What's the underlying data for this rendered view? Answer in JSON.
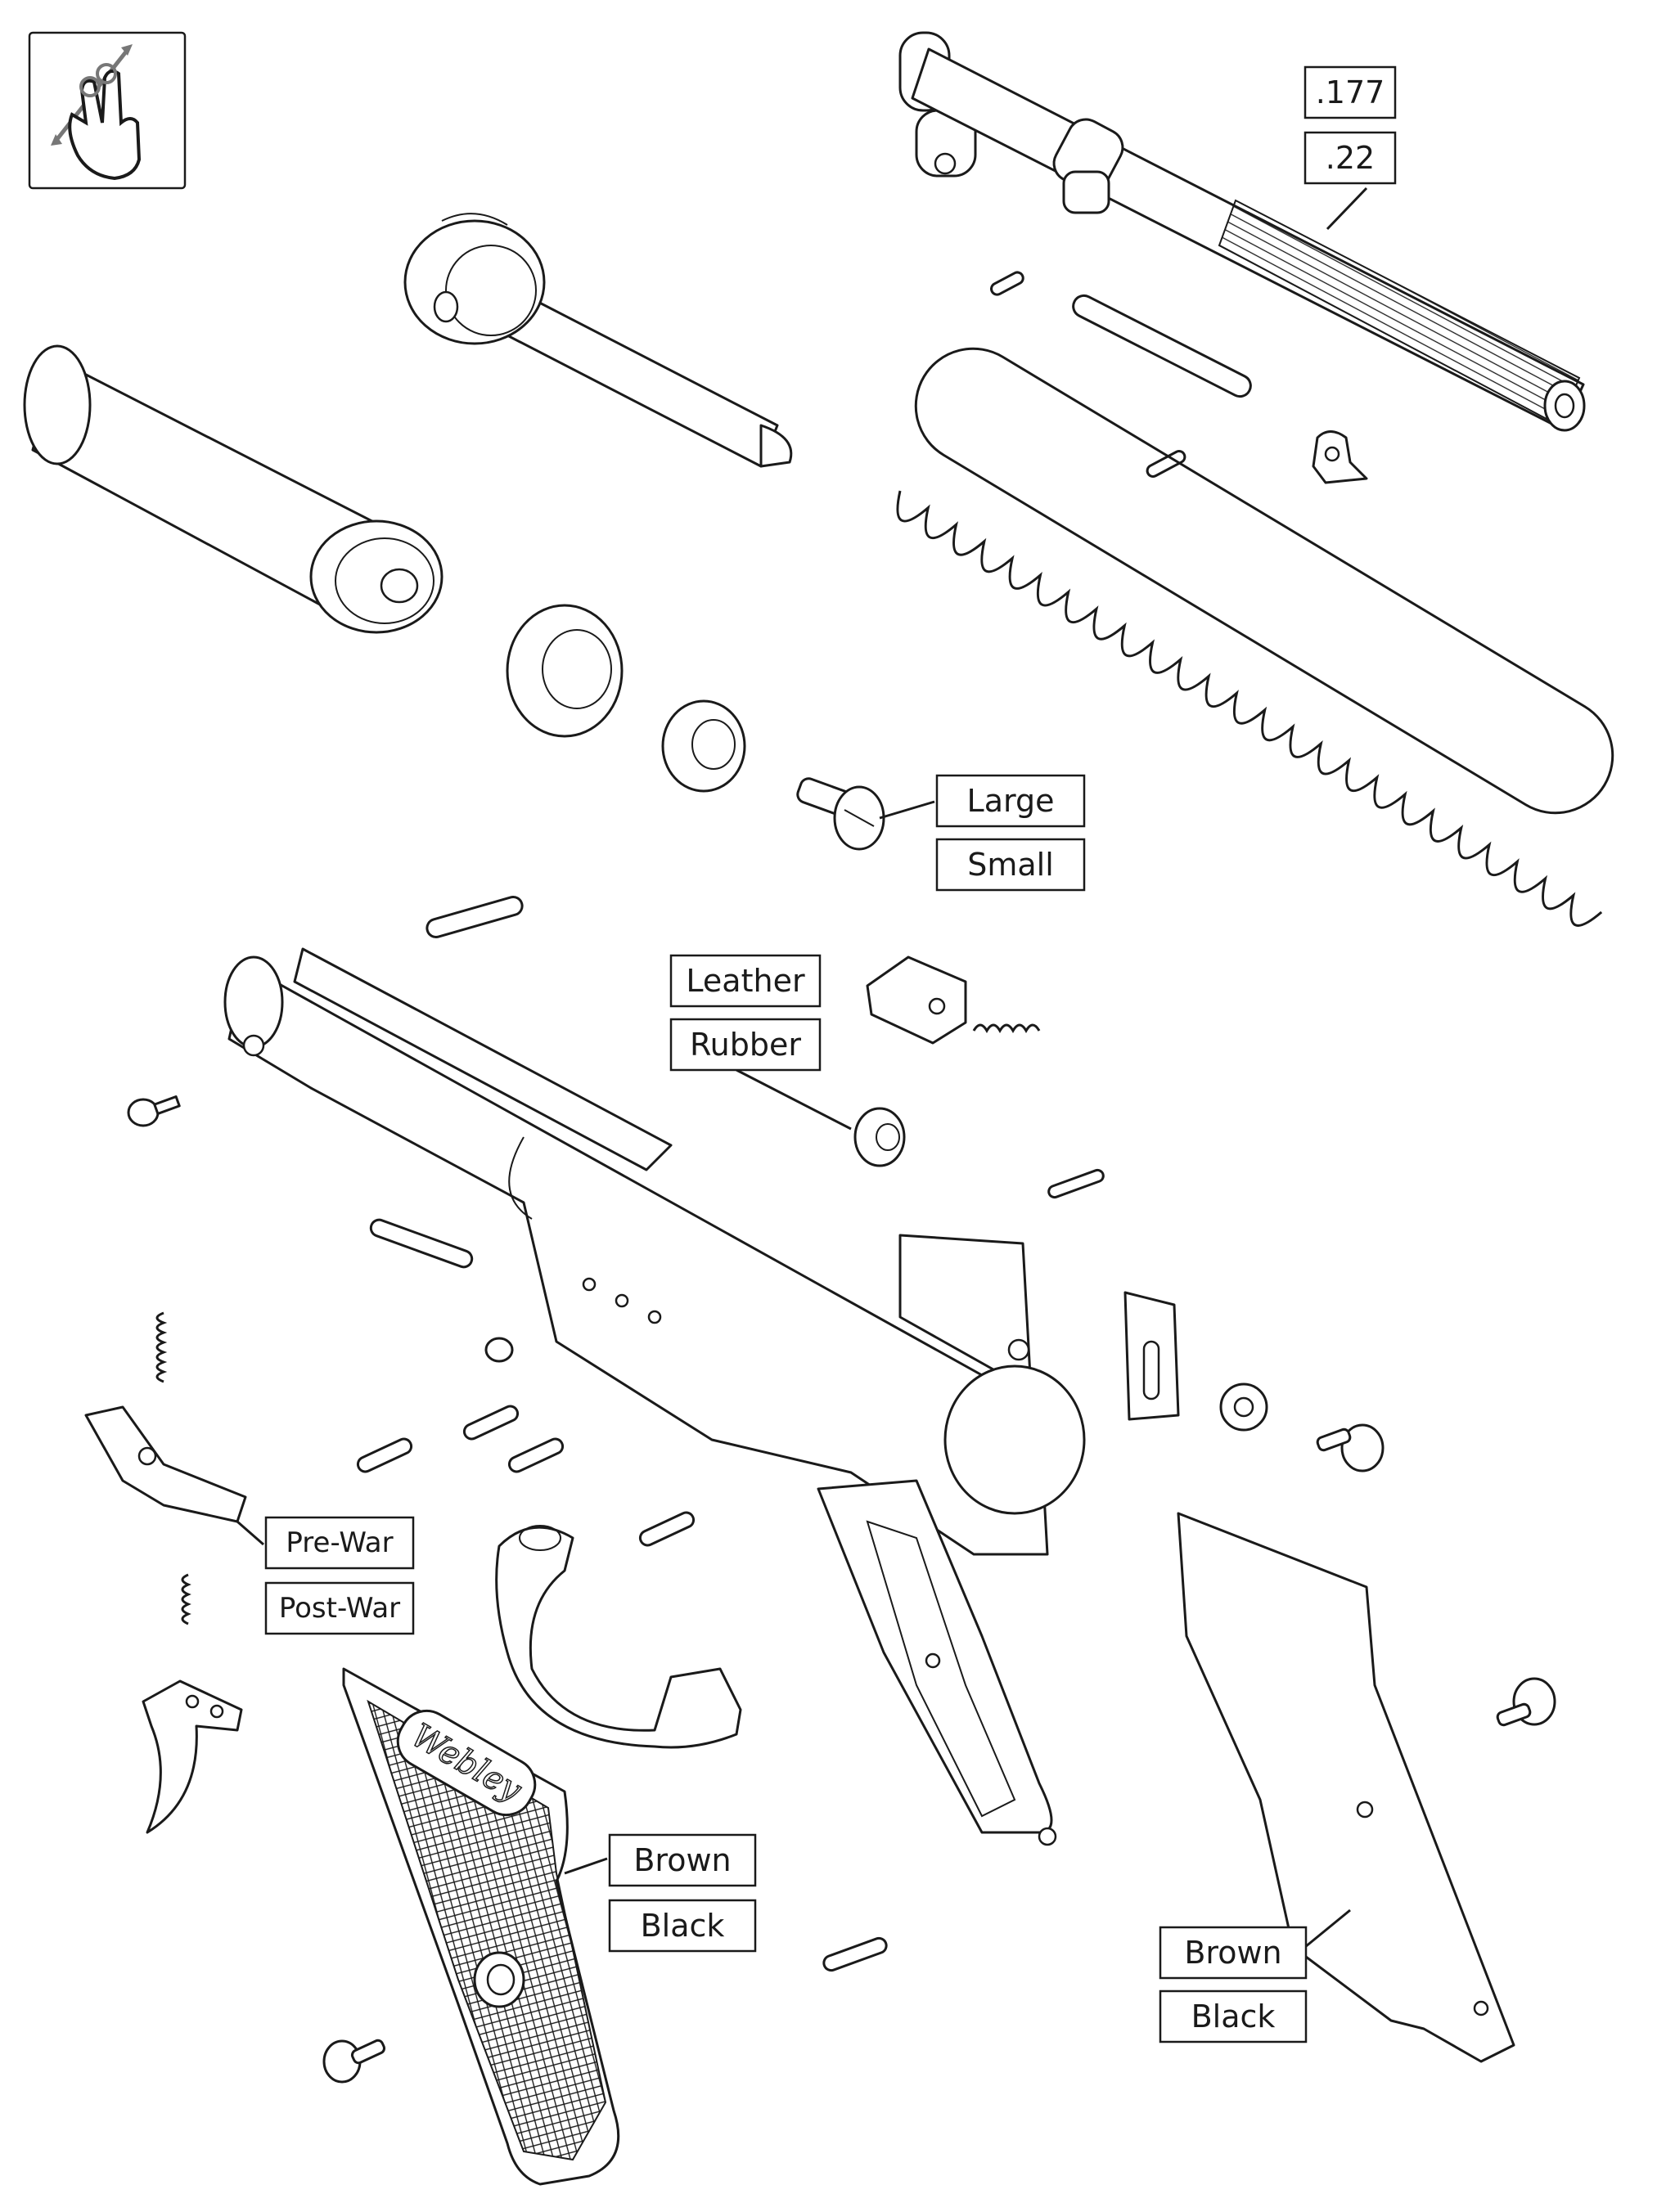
{
  "labels": {
    "barrel_177": ".177",
    "barrel_22": ".22",
    "screw_large": "Large",
    "screw_small": "Small",
    "washer_leather": "Leather",
    "washer_rubber": "Rubber",
    "sear_prewar": "Pre-War",
    "sear_postwar": "Post-War",
    "left_grip_brown": "Brown",
    "left_grip_black": "Black",
    "right_grip_brown": "Brown",
    "right_grip_black": "Black"
  },
  "grip_logo": "Webley",
  "icons": {
    "zoom": "pinch-zoom-icon"
  },
  "colors": {
    "ink": "#1a1a1a",
    "background": "#ffffff"
  }
}
